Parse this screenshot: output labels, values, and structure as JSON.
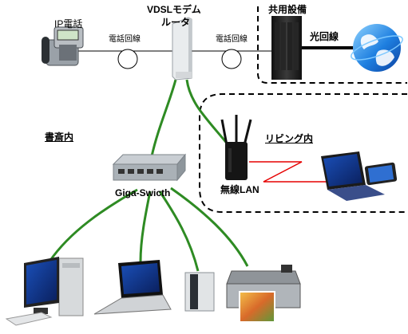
{
  "labels": {
    "ip_phone": "IP電話",
    "vdsl_modem": "VDSLモデム",
    "router": "ルータ",
    "phone_line_left": "電話回線",
    "phone_line_right": "電話回線",
    "shared_equipment": "共用設備",
    "fiber_line": "光回線",
    "study_room": "書斎内",
    "living_room": "リビング内",
    "giga_switch": "Giga-Swicth",
    "wireless_lan": "無線LAN"
  },
  "icons": {
    "phone": "ip-phone-icon",
    "modem": "vdsl-modem-router-icon",
    "server": "shared-equipment-server-icon",
    "globe": "internet-globe-icon",
    "switch": "network-switch-icon",
    "wireless": "wireless-router-icon",
    "desktop": "desktop-pc-icon",
    "laptop": "laptop-icon",
    "nas": "nas-storage-icon",
    "printer": "printer-icon",
    "tablet": "tablet-pc-icon"
  },
  "colors": {
    "cable_green": "#2e8b23",
    "wireless_red": "#e60000",
    "line_black": "#000000",
    "fiber_black": "#000000"
  }
}
